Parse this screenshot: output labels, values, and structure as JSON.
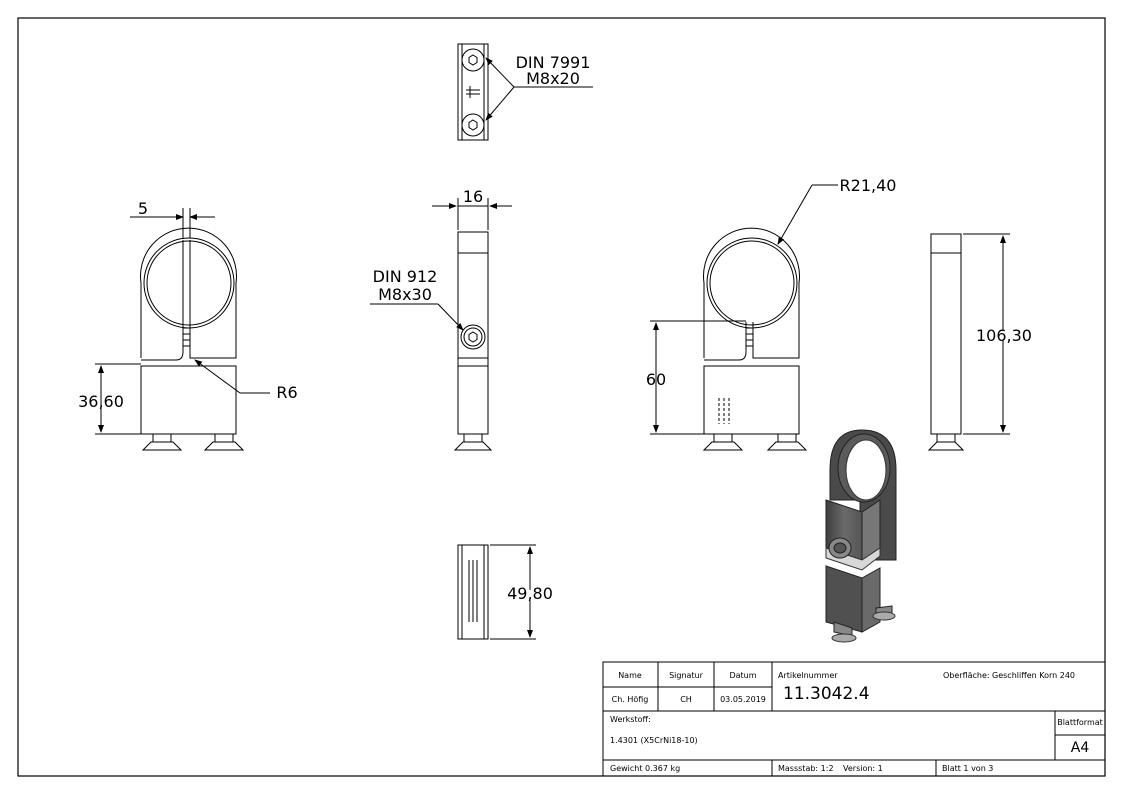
{
  "dimensions": {
    "width_5": "5",
    "width_16": "16",
    "height_36_60": "36,60",
    "radius_r6": "R6",
    "radius_r21_40": "R21,40",
    "height_60": "60",
    "height_106_30": "106,30",
    "height_49_80": "49,80"
  },
  "callouts": {
    "din7991_line1": "DIN 7991",
    "din7991_line2": "M8x20",
    "din912_line1": "DIN 912",
    "din912_line2": "M8x30"
  },
  "title_block": {
    "name_header": "Name",
    "signatur_header": "Signatur",
    "datum_header": "Datum",
    "name_value": "Ch. Höfig",
    "signatur_value": "CH",
    "datum_value": "03.05.2019",
    "artikelnummer_label": "Artikelnummer",
    "artikelnummer_value": "11.3042.4",
    "oberflaeche_label": "Oberfläche:",
    "oberflaeche_value": "Geschliffen Korn 240",
    "werkstoff_label": "Werkstoff:",
    "werkstoff_value": "1.4301 (X5CrNi18-10)",
    "blattformat_label": "Blattformat",
    "blattformat_value": "A4",
    "gewicht": "Gewicht 0.367 kg",
    "massstab": "Massstab: 1:2",
    "version": "Version: 1",
    "blatt": "Blatt 1 von 3"
  },
  "colors": {
    "line": "#000000",
    "iso_dark": "#4a4a4a",
    "iso_mid": "#6b6b6b",
    "iso_light": "#9a9a9a"
  }
}
